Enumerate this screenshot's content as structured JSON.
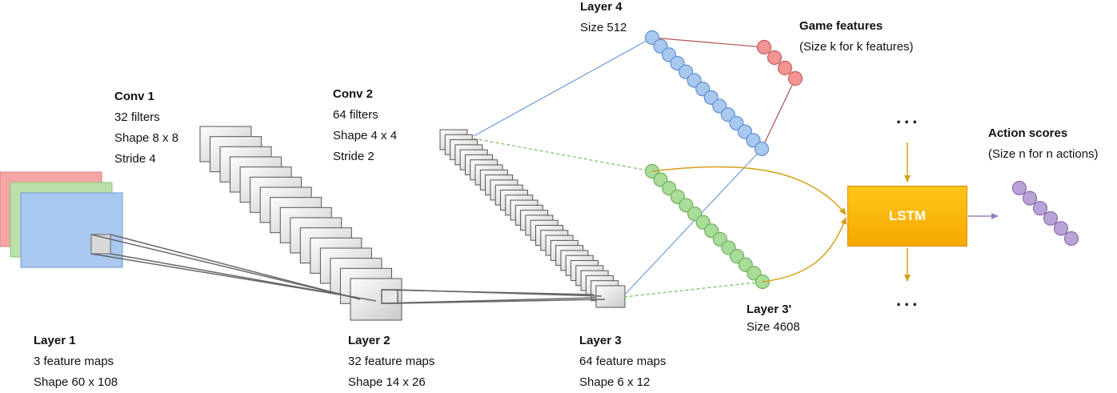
{
  "layer1": {
    "title": "Layer 1",
    "lines": [
      "3 feature maps",
      "Shape 60 x 108"
    ],
    "map_colors": [
      "#f4a6a6",
      "#b8e0a8",
      "#a9c8f0"
    ]
  },
  "conv1": {
    "title": "Conv 1",
    "lines": [
      "32 filters",
      "Shape 8 x 8",
      "Stride 4"
    ]
  },
  "layer2": {
    "title": "Layer 2",
    "lines": [
      "32 feature maps",
      "Shape 14 x 26"
    ],
    "map_count": 32
  },
  "conv2": {
    "title": "Conv 2",
    "lines": [
      "64 filters",
      "Shape 4 x 4",
      "Stride 2"
    ]
  },
  "layer3": {
    "title": "Layer 3",
    "lines": [
      "64 feature maps",
      "Shape 6 x 12"
    ],
    "map_count": 64
  },
  "layer4": {
    "title": "Layer 4",
    "lines": [
      "Size 512"
    ],
    "color": "#a9c8f0"
  },
  "layer3p": {
    "title": "Layer 3'",
    "lines": [
      "Size 4608"
    ],
    "color": "#a8dc98"
  },
  "game": {
    "title": "Game features",
    "lines": [
      "(Size k for k features)"
    ],
    "color": "#f29494"
  },
  "action": {
    "title": "Action scores",
    "lines": [
      "(Size n for n actions)"
    ],
    "color": "#b9a3d6"
  },
  "lstm": {
    "label": "LSTM",
    "color": "#ffbe0b"
  },
  "ellipsis": {
    "top": "...",
    "bottom": "..."
  }
}
